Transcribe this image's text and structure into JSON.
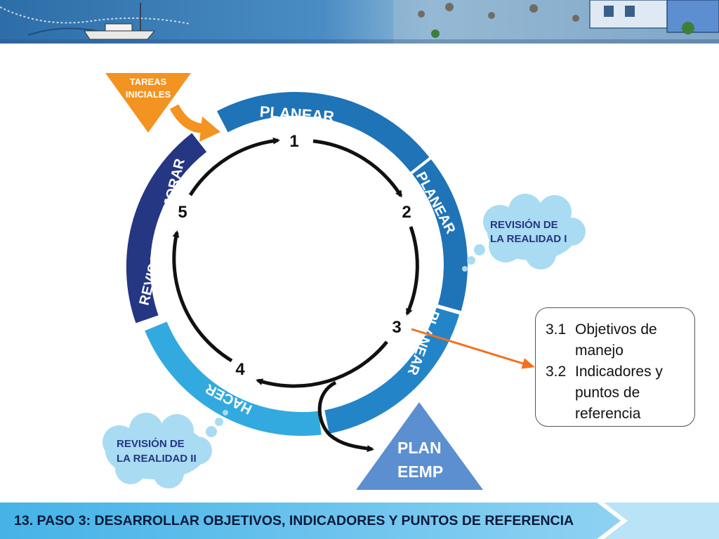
{
  "diagram": {
    "tareas_iniciales": [
      "TAREAS",
      "INICIALES"
    ],
    "segments": {
      "planear_top": "PLANEAR",
      "planear_right": "PLANEAR",
      "planear_lower": "PLANEAR",
      "hacer": "HACER",
      "revisar": "REVISAR & MEJORAR"
    },
    "steps": [
      "1",
      "2",
      "3",
      "4",
      "5"
    ],
    "cloud_top": [
      "REVISIÓN DE",
      "LA REALIDAD I"
    ],
    "cloud_bottom": [
      "REVISIÓN DE",
      "LA REALIDAD II"
    ],
    "plan": [
      "PLAN",
      "EEMP"
    ],
    "detail_box": {
      "item1_num": "3.1",
      "item1_text": "Objetivos de manejo",
      "item2_num": "3.2",
      "item2_text": "Indicadores y puntos de referencia"
    }
  },
  "footer": {
    "title": "13. PASO 3: DESARROLLAR OBJETIVOS, INDICADORES Y PUNTOS DE REFERENCIA"
  },
  "colors": {
    "dark_blue": "#1f73b7",
    "mid_blue": "#3d9ad6",
    "light_blue": "#33aadf",
    "navy": "#253683",
    "orange": "#f39321",
    "cloud": "#a9dbf3",
    "plan_triangle": "#5b8fcf",
    "arrow_orange": "#f37021"
  }
}
